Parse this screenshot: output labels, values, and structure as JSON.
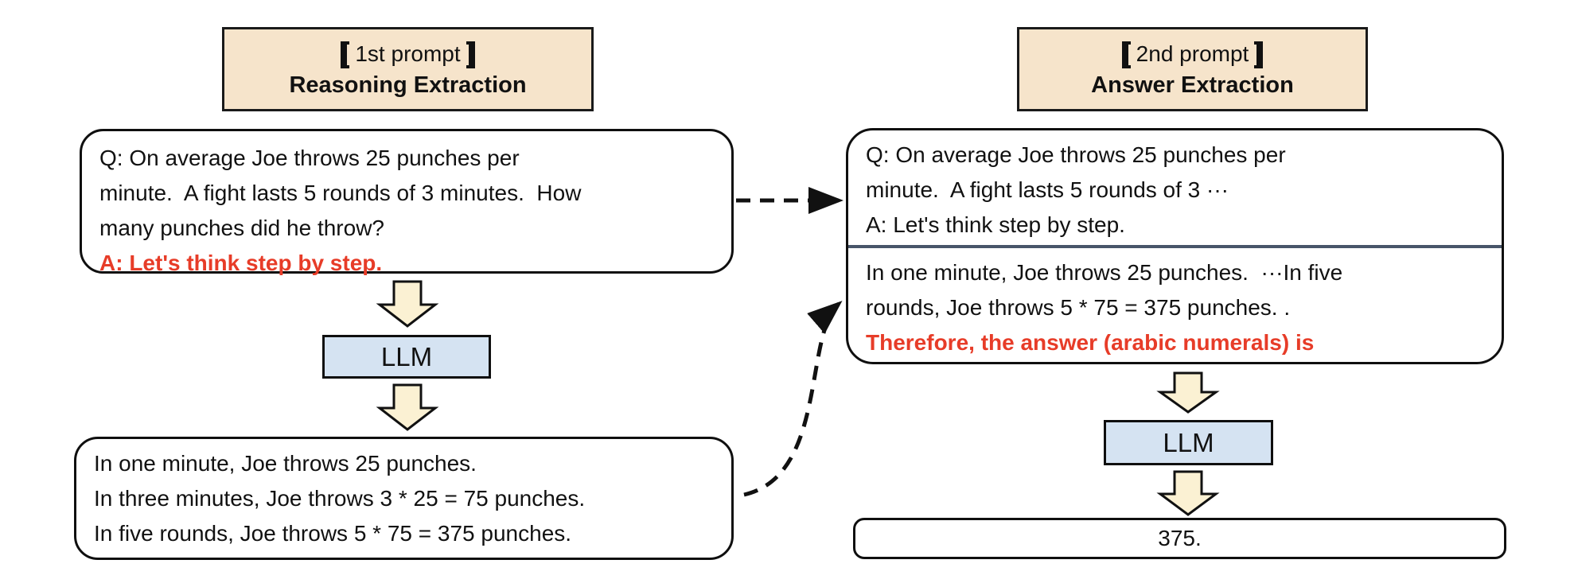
{
  "headers": {
    "first": {
      "bracket_open": "【",
      "title": "1st prompt",
      "bracket_close": "】",
      "subtitle": "Reasoning Extraction"
    },
    "second": {
      "bracket_open": "【",
      "title": "2nd prompt",
      "bracket_close": "】",
      "subtitle": "Answer Extraction"
    }
  },
  "stage1": {
    "prompt_box": {
      "question": "Q: On average Joe throws 25 punches per\nminute.  A fight lasts 5 rounds of 3 minutes.  How\nmany punches did he throw?",
      "trigger": "A: Let's think step by step."
    },
    "llm_label": "LLM",
    "output_box": {
      "reasoning": "In one minute, Joe throws 25 punches.\nIn three minutes, Joe throws 3 * 25 = 75 punches.\nIn five rounds, Joe throws 5 * 75 = 375 punches."
    }
  },
  "stage2": {
    "prompt_box": {
      "question": "Q: On average Joe throws 25 punches per\nminute.  A fight lasts 5 rounds of 3 ···\nA: Let's think step by step.",
      "reasoning": "In one minute, Joe throws 25 punches.  ···In five\nrounds, Joe throws 5 * 75 = 375 punches. .",
      "trigger": "Therefore, the answer (arabic numerals) is"
    },
    "llm_label": "LLM",
    "answer_box": {
      "answer": "375."
    }
  },
  "colors": {
    "header_fill": "#f6e4cb",
    "llm_fill": "#d5e3f2",
    "arrow_fill": "#fbf1d3",
    "accent_red": "#e73c28",
    "divider": "#475569"
  }
}
